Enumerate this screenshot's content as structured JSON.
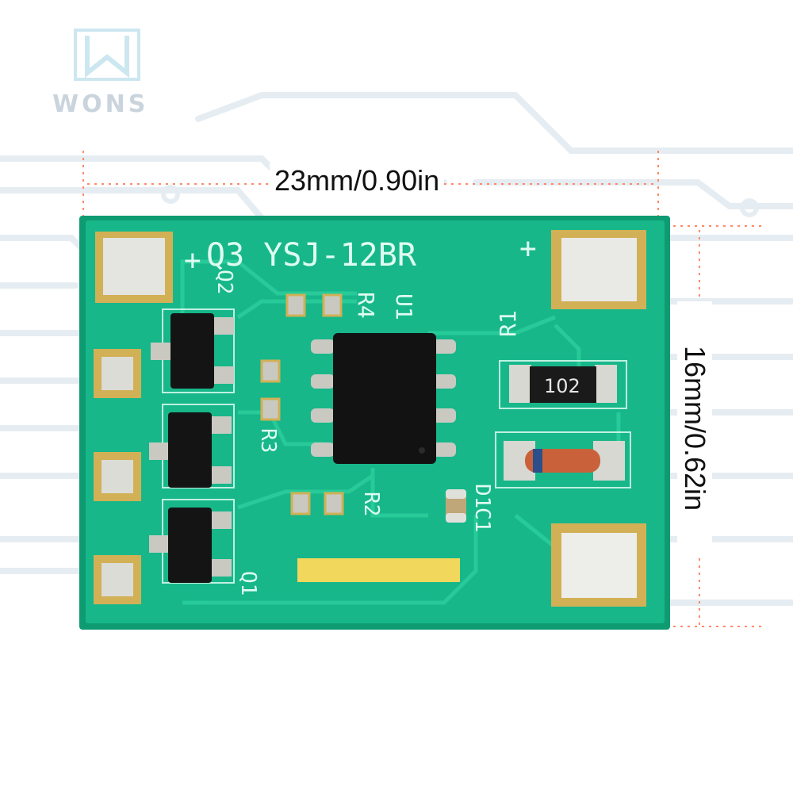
{
  "logo": {
    "text": "WONS"
  },
  "dimensions": {
    "width": "23mm/0.90in",
    "height": "16mm/0.62in"
  },
  "board": {
    "silkscreen": "Q3 YSJ-12BR",
    "labels": [
      "R4",
      "U1",
      "R1",
      "R3",
      "R2",
      "D1",
      "C1",
      "Q2",
      "Q1",
      "+",
      "+"
    ],
    "resistor_code": "102"
  },
  "colors": {
    "pcb": "#17b78a",
    "pad": "#d2c9a8",
    "chip": "#121212",
    "dimension_line": "#ff8a6a",
    "background_trace": "#e6edf2"
  }
}
